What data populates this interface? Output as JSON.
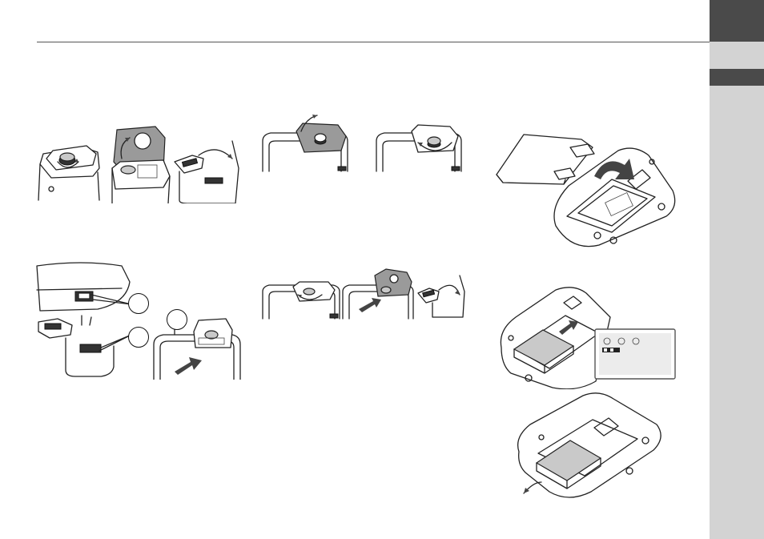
{
  "page": {
    "header_rule": true,
    "figures": [
      {
        "id": "fig-1a",
        "description_icon": "battery-cover-screw-illustration"
      },
      {
        "id": "fig-1b",
        "description_icon": "battery-cover-screw-illustration"
      },
      {
        "id": "fig-2",
        "description_icon": "battery-cover-removal-illustration"
      },
      {
        "id": "fig-3",
        "description_icon": "connector-callout-illustration"
      },
      {
        "id": "fig-4",
        "description_icon": "cover-sequence-illustration"
      },
      {
        "id": "fig-5",
        "description_icon": "battery-insert-illustration"
      },
      {
        "id": "fig-6",
        "description_icon": "battery-remove-illustration"
      }
    ]
  },
  "colors": {
    "sidebar": "#d3d3d3",
    "tab": "#4a4a4a",
    "line": "#222222"
  }
}
